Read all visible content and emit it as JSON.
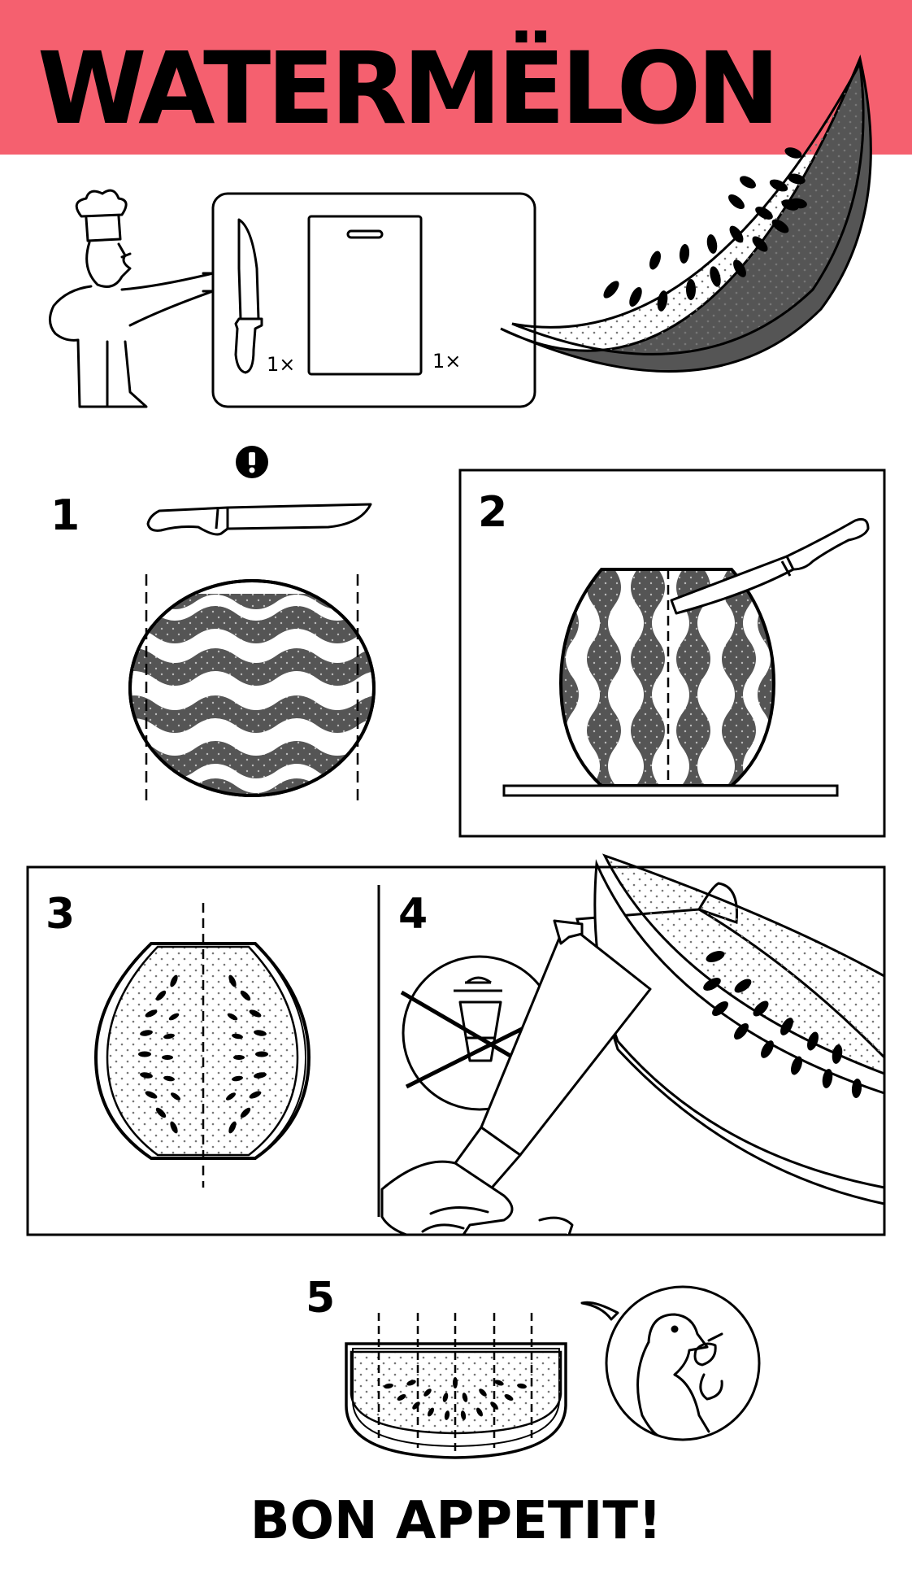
{
  "header": {
    "title": "WATERMËLON",
    "background_color": "#F5606F"
  },
  "tools": {
    "knife_quantity": "1×",
    "board_quantity": "1×"
  },
  "steps": [
    {
      "number": "1"
    },
    {
      "number": "2"
    },
    {
      "number": "3"
    },
    {
      "number": "4"
    },
    {
      "number": "5"
    }
  ],
  "footer": {
    "text": "BON APPETIT!"
  },
  "icons": [
    "chef-icon",
    "knife-icon",
    "cutting-board-icon",
    "watermelon-slice-icon",
    "warning-icon",
    "watermelon-whole-icon",
    "no-trash-icon",
    "hand-icon",
    "eating-person-icon"
  ],
  "colors": {
    "accent": "#F5606F",
    "rind": "#555555",
    "ink": "#000000"
  }
}
